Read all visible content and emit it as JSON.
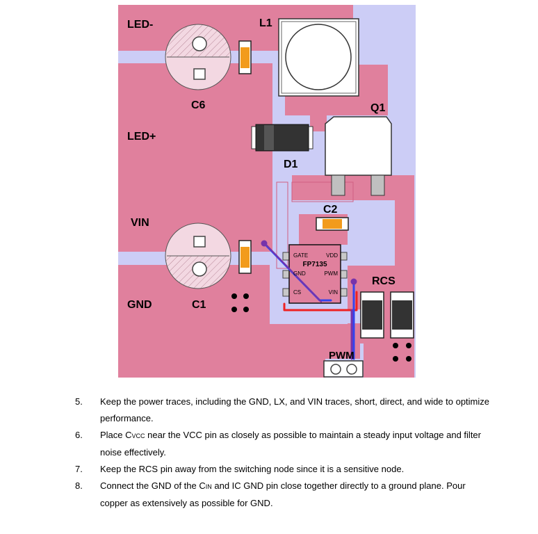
{
  "labels": {
    "led_minus": "LED-",
    "led_plus": "LED+",
    "vin": "VIN",
    "gnd": "GND",
    "l1": "L1",
    "c6": "C6",
    "q1": "Q1",
    "d1": "D1",
    "c2": "C2",
    "c1": "C1",
    "rcs": "RCS",
    "pwm": "PWM"
  },
  "ic": {
    "name": "FP7135",
    "pins": {
      "gate": "GATE",
      "vdd": "VDD",
      "gnd": "GND",
      "pwm": "PWM",
      "cs": "CS",
      "vin": "VIN"
    }
  },
  "notes": [
    {
      "num": "5.",
      "text": "Keep the power traces, including the GND, LX, and VIN traces, short, direct, and wide to optimize performance."
    },
    {
      "num": "6.",
      "pre": "Place C",
      "sub": "VCC",
      "post": " near the VCC pin as closely as possible to maintain a steady input voltage and filter noise effectively."
    },
    {
      "num": "7.",
      "text": "Keep the RCS pin away from the switching node since it is a sensitive node."
    },
    {
      "num": "8.",
      "pre": "Connect the GND of the C",
      "sub": "IN",
      "post": " and IC GND pin close together directly to a ground plane. Pour copper as extensively as possible for GND."
    }
  ],
  "colors": {
    "copper": "#e0809d",
    "board": "#cccdf6",
    "trace_red": "#ee2222",
    "trace_blue": "#3344ee",
    "trace_purple": "#7733aa"
  }
}
